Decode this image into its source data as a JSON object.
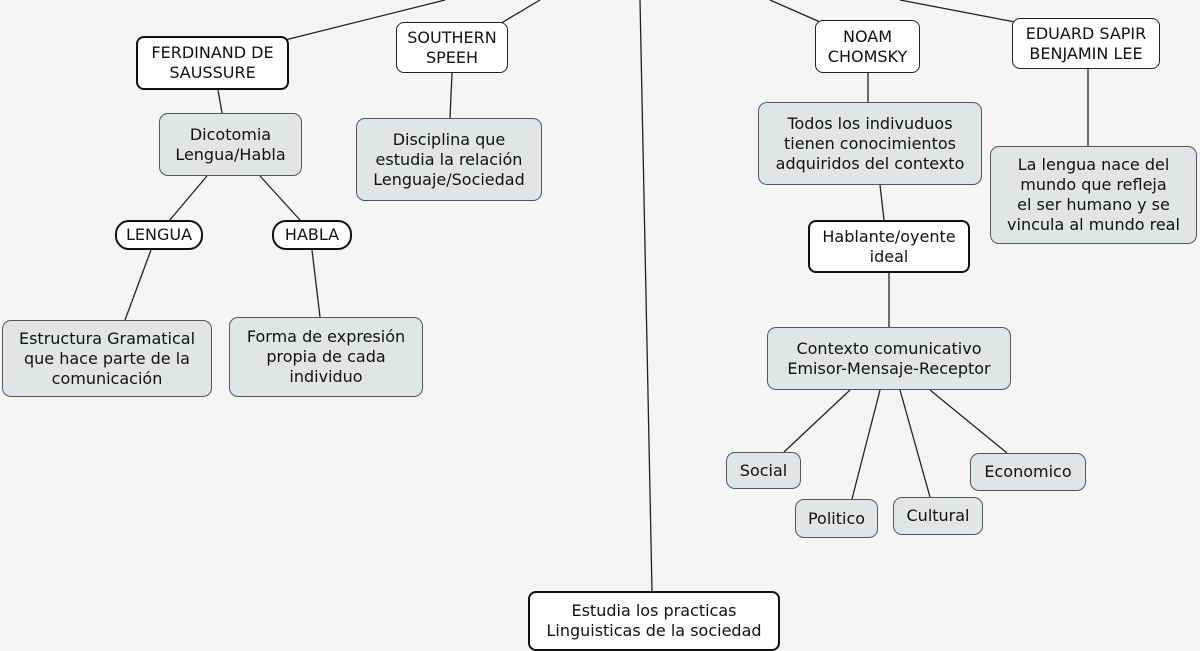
{
  "nodes": {
    "saussure": "FERDINAND DE\nSAUSSURE",
    "southern": "SOUTHERN\nSPEEH",
    "chomsky": "NOAM\nCHOMSKY",
    "sapir": "EDUARD SAPIR\nBENJAMIN LEE",
    "dicotomia": "Dicotomia\nLengua/Habla",
    "disciplina": "Disciplina que\nestudia la relación\nLenguaje/Sociedad",
    "todos": "Todos los indivuduos\ntienen conocimientos\nadquiridos del contexto",
    "lengua_nace": "La lengua nace del\nmundo que refleja\nel ser humano y se\nvincula al mundo real",
    "lengua": "LENGUA",
    "habla": "HABLA",
    "hablante": "Hablante/oyente\nideal",
    "estructura": "Estructura Gramatical\nque hace parte de la\ncomunicación",
    "forma": "Forma de expresión\npropia de cada\nindividuo",
    "contexto": "Contexto comunicativo\nEmisor-Mensaje-Receptor",
    "social": "Social",
    "politico": "Politico",
    "cultural": "Cultural",
    "economico": "Economico",
    "estudia": "Estudia los practicas\nLinguisticas de la sociedad"
  }
}
